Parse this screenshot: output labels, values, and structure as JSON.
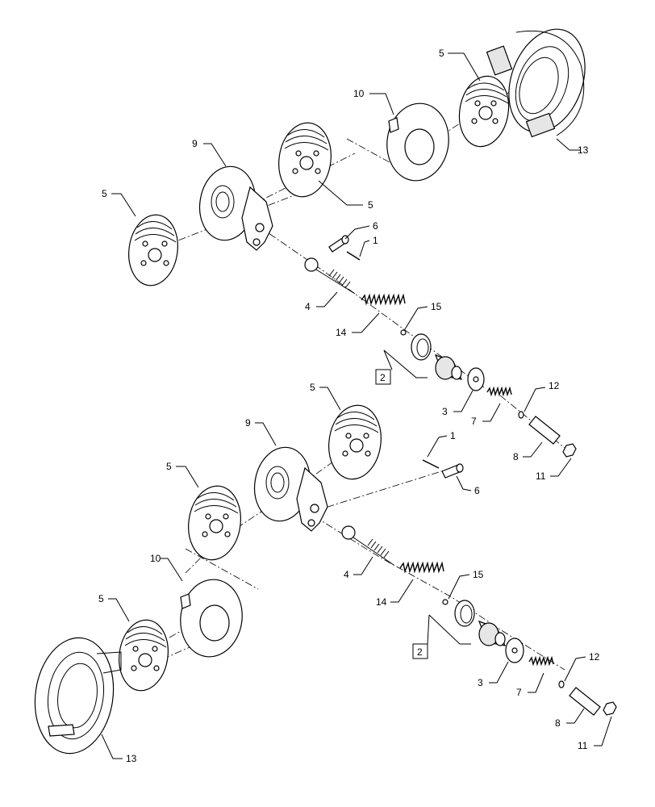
{
  "callouts": {
    "upper": {
      "c1": "1",
      "c2": "2",
      "c3": "3",
      "c4": "4",
      "c5a": "5",
      "c5b": "5",
      "c5c": "5",
      "c6": "6",
      "c7": "7",
      "c8": "8",
      "c9": "9",
      "c10": "10",
      "c11": "11",
      "c12": "12",
      "c13": "13",
      "c14": "14",
      "c15": "15"
    },
    "lower": {
      "c1": "1",
      "c2": "2",
      "c3": "3",
      "c4": "4",
      "c5a": "5",
      "c5b": "5",
      "c5c": "5",
      "c6": "6",
      "c7": "7",
      "c8": "8",
      "c9": "9",
      "c10": "10",
      "c11": "11",
      "c12": "12",
      "c13": "13",
      "c14": "14",
      "c15": "15"
    }
  },
  "colors": {
    "line": "#000000",
    "fill": "#ffffff",
    "shade": "#e6e6e6"
  }
}
